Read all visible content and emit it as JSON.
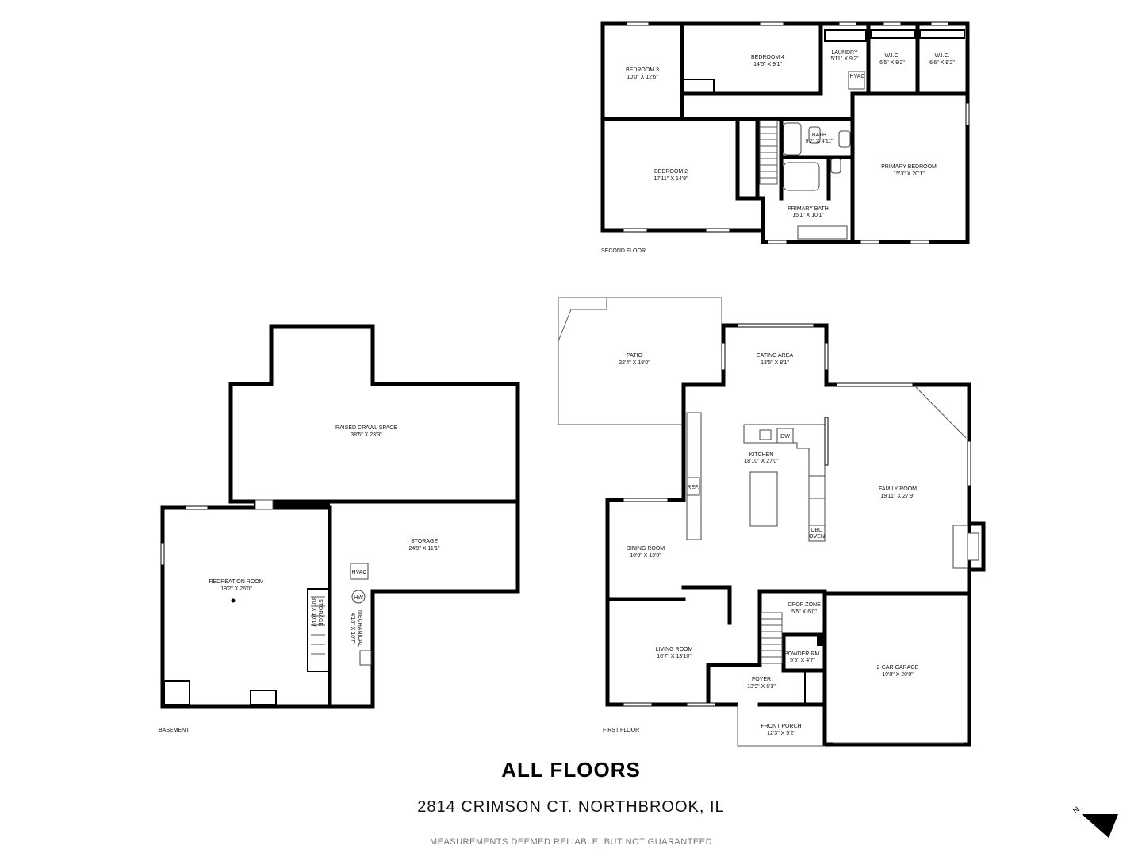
{
  "floors": {
    "second": "SECOND FLOOR",
    "first": "FIRST FLOOR",
    "basement": "BASEMENT"
  },
  "rooms": {
    "bedroom3": {
      "name": "BEDROOM 3",
      "dim": "10'0\" X 12'6\""
    },
    "bedroom4": {
      "name": "BEDROOM 4",
      "dim": "14'5\" X 9'1\""
    },
    "laundry": {
      "name": "LAUNDRY",
      "dim": "5'11\" X 9'2\""
    },
    "wic1": {
      "name": "W.I.C.",
      "dim": "6'5\" X 9'2\""
    },
    "wic2": {
      "name": "W.I.C.",
      "dim": "6'6\" X 9'2\""
    },
    "bedroom2": {
      "name": "BEDROOM 2",
      "dim": "17'11\" X 14'9\""
    },
    "bath": {
      "name": "BATH",
      "dim": "9'2\" X 4'11\""
    },
    "primary_bedroom": {
      "name": "PRIMARY BEDROOM",
      "dim": "15'3\" X 20'1\""
    },
    "primary_bath": {
      "name": "PRIMARY BATH",
      "dim": "15'1\" X 10'1\""
    },
    "patio": {
      "name": "PATIO",
      "dim": "22'4\" X 18'0\""
    },
    "eating_area": {
      "name": "EATING AREA",
      "dim": "13'5\" X 8'1\""
    },
    "kitchen": {
      "name": "KITCHEN",
      "dim": "18'10\" X 27'0\""
    },
    "family_room": {
      "name": "FAMILY ROOM",
      "dim": "19'11\" X 27'9\""
    },
    "dining_room": {
      "name": "DINING ROOM",
      "dim": "10'0\" X 13'0\""
    },
    "drop_zone": {
      "name": "DROP ZONE",
      "dim": "5'5\" X 6'0\""
    },
    "powder_rm": {
      "name": "POWDER RM.",
      "dim": "5'5\" X 4'7\""
    },
    "living_room": {
      "name": "LIVING ROOM",
      "dim": "16'7\" X 13'10\""
    },
    "garage": {
      "name": "2-CAR GARAGE",
      "dim": "19'8\" X 20'0\""
    },
    "foyer": {
      "name": "FOYER",
      "dim": "13'9\" X 6'3\""
    },
    "front_porch": {
      "name": "FRONT PORCH",
      "dim": "12'3\" X 5'2\""
    },
    "crawl": {
      "name": "RAISED CRAWL SPACE",
      "dim": "38'5\" X 23'3\""
    },
    "storage": {
      "name": "STORAGE",
      "dim": "24'9\" X 11'1\""
    },
    "recreation": {
      "name": "RECREATION ROOM",
      "dim": "19'2\" X 26'0\""
    },
    "storage_small": {
      "name": "STORAGE",
      "dim": "3'0\" X 10'10\""
    },
    "mechanical": {
      "name": "MECHANICAL",
      "dim": "4'10\" X 16'7\""
    }
  },
  "fixtures": {
    "hvac": "HVAC",
    "dw": "DW",
    "ref": "REF.",
    "dbl_oven_1": "DBL.",
    "dbl_oven_2": "OVEN",
    "hw": "HW"
  },
  "footer": {
    "title": "ALL FLOORS",
    "address": "2814 CRIMSON CT. NORTHBROOK, IL",
    "disclaimer": "MEASUREMENTS DEEMED RELIABLE, BUT NOT GUARANTEED",
    "compass_letter": "N"
  },
  "icons": {
    "compass": "north-arrow-icon"
  }
}
